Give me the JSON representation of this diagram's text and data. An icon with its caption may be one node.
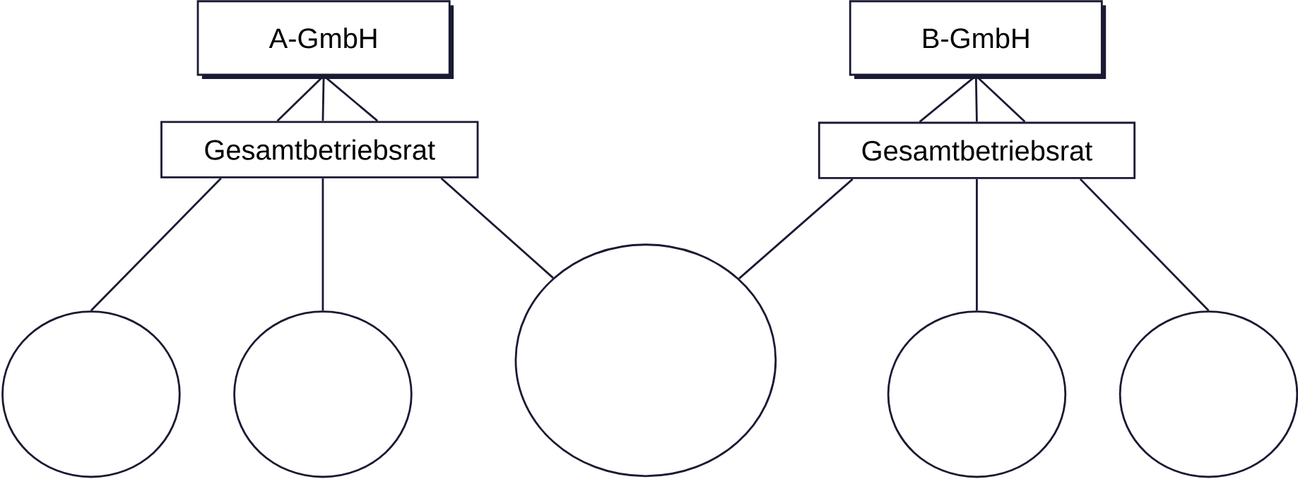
{
  "diagram": {
    "nodes": [
      {
        "text": [
          "A-GmbH"
        ]
      },
      {
        "text": [
          "B-GmbH"
        ]
      },
      {
        "text": [
          "Gesamtbetriebsrat"
        ]
      },
      {
        "text": [
          "Gesamtbetriebsrat"
        ]
      },
      {
        "text": [],
        "shape": "circle"
      },
      {
        "text": [],
        "shape": "circle"
      },
      {
        "text": [],
        "shape": "circle"
      },
      {
        "text": [],
        "shape": "circle"
      },
      {
        "text": [],
        "shape": "circle"
      }
    ],
    "edges": [
      {
        "from": 0,
        "to": 2,
        "arrow": "none"
      },
      {
        "from": 0,
        "to": 2,
        "arrow": "none"
      },
      {
        "from": 0,
        "to": 2,
        "arrow": "none"
      },
      {
        "from": 1,
        "to": 3,
        "arrow": "none"
      },
      {
        "from": 1,
        "to": 3,
        "arrow": "none"
      },
      {
        "from": 1,
        "to": 3,
        "arrow": "none"
      },
      {
        "from": 2,
        "to": 4,
        "arrow": "none"
      },
      {
        "from": 2,
        "to": 5,
        "arrow": "none"
      },
      {
        "from": 2,
        "to": 6,
        "arrow": "none"
      },
      {
        "from": 3,
        "to": 6,
        "arrow": "none"
      },
      {
        "from": 3,
        "to": 7,
        "arrow": "none"
      },
      {
        "from": 3,
        "to": 8,
        "arrow": "none"
      }
    ]
  }
}
